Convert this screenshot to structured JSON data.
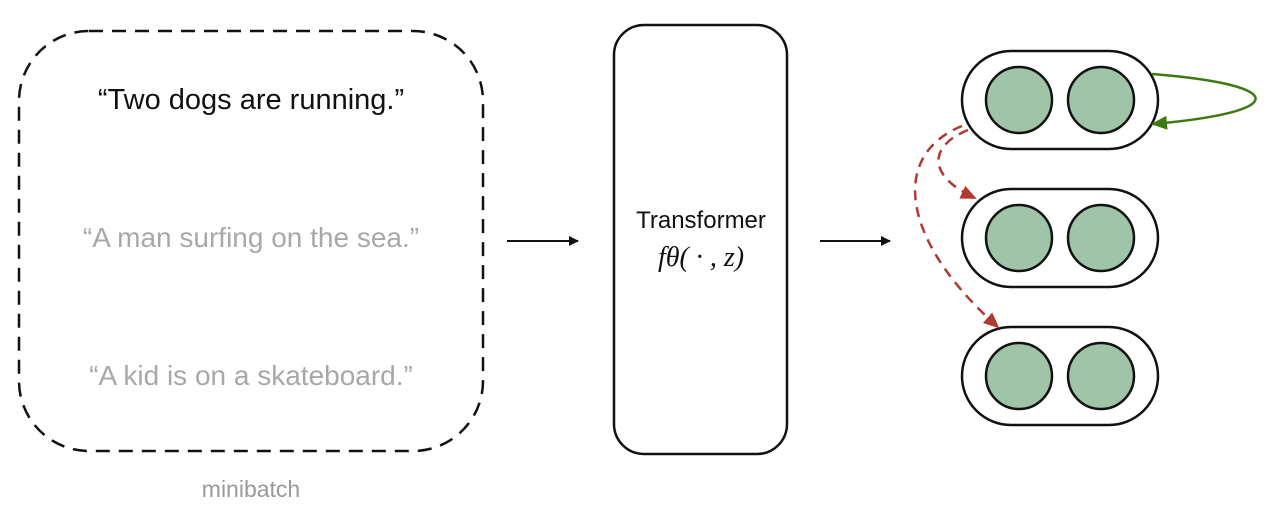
{
  "minibatch": {
    "label": "minibatch",
    "sentences": [
      "“Two dogs are running.”",
      "“A man surfing on the sea.”",
      "“A kid is on a skateboard.”"
    ]
  },
  "encoder": {
    "title": "Transformer",
    "formula": "fθ( · , z)"
  },
  "colors": {
    "positive": "#3d7a10",
    "negative": "#b03a30",
    "node_fill": "#9fc4a7"
  }
}
